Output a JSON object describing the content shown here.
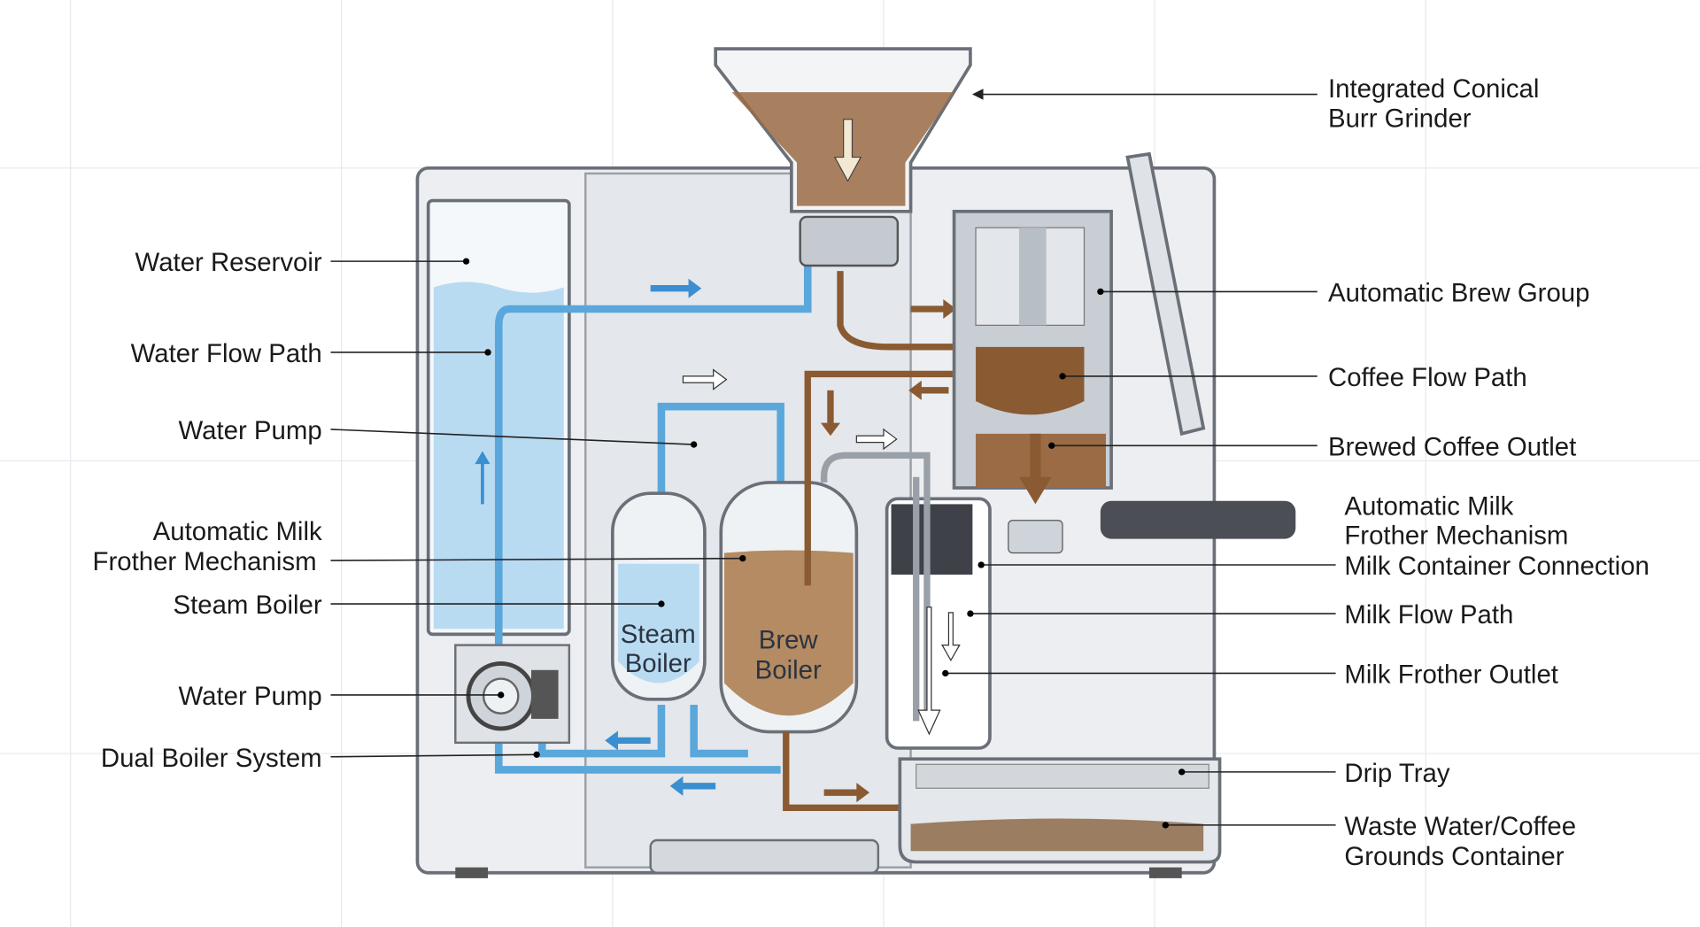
{
  "colors": {
    "water": "#5aa7dc",
    "coffee": "#8a5a32",
    "milk": "#ffffff",
    "body": "#e9ecef",
    "outline": "#6b7078"
  },
  "left_labels": [
    {
      "lines": [
        "Water Reservoir"
      ]
    },
    {
      "lines": [
        "Water Flow Path"
      ]
    },
    {
      "lines": [
        "Water Pump"
      ]
    },
    {
      "lines": [
        "Automatic Milk",
        "Frother Mechanism"
      ]
    },
    {
      "lines": [
        "Steam Boiler"
      ]
    },
    {
      "lines": [
        "Water Pump"
      ]
    },
    {
      "lines": [
        "Dual Boiler System"
      ]
    }
  ],
  "right_labels": [
    {
      "lines": [
        "Integrated Conical",
        "Burr Grinder"
      ]
    },
    {
      "lines": [
        "Automatic Brew Group"
      ]
    },
    {
      "lines": [
        "Coffee Flow Path"
      ]
    },
    {
      "lines": [
        "Brewed Coffee Outlet"
      ]
    },
    {
      "lines": [
        "Automatic Milk",
        "Frother Mechanism"
      ]
    },
    {
      "lines": [
        "Milk Container Connection"
      ]
    },
    {
      "lines": [
        "Milk Flow Path"
      ]
    },
    {
      "lines": [
        "Milk Frother Outlet"
      ]
    },
    {
      "lines": [
        "Drip Tray"
      ]
    },
    {
      "lines": [
        "Waste Water/Coffee",
        "Grounds Container"
      ]
    }
  ],
  "inner_labels": {
    "steam_boiler": [
      "Steam",
      "Boiler"
    ],
    "brew_boiler": [
      "Brew",
      "Boiler"
    ]
  }
}
